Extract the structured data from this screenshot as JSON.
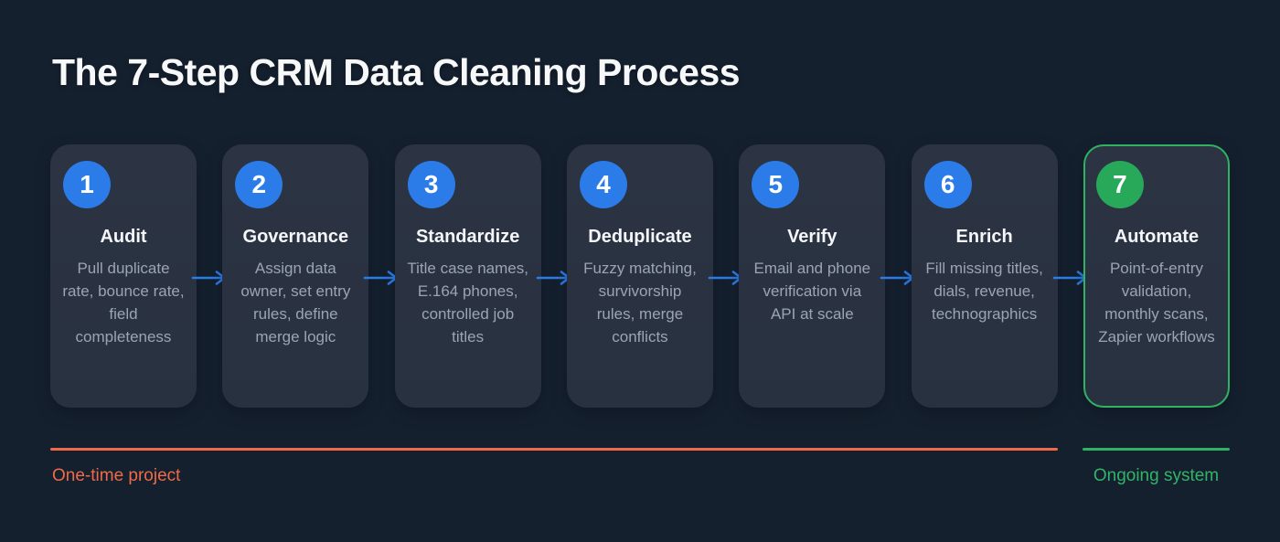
{
  "title": "The 7-Step CRM Data Cleaning Process",
  "steps": [
    {
      "number": "1",
      "title": "Audit",
      "description": "Pull duplicate rate, bounce rate, field completeness"
    },
    {
      "number": "2",
      "title": "Governance",
      "description": "Assign data owner, set entry rules, define merge logic"
    },
    {
      "number": "3",
      "title": "Standardize",
      "description": "Title case names, E.164 phones, controlled job titles"
    },
    {
      "number": "4",
      "title": "Deduplicate",
      "description": "Fuzzy matching, survivorship rules, merge conflicts"
    },
    {
      "number": "5",
      "title": "Verify",
      "description": "Email and phone verification via API at scale"
    },
    {
      "number": "6",
      "title": "Enrich",
      "description": "Fill missing titles, dials, revenue, technographics"
    },
    {
      "number": "7",
      "title": "Automate",
      "description": "Point-of-entry validation, monthly scans, Zapier workflows"
    }
  ],
  "legend": {
    "one_time_label": "One-time project",
    "ongoing_label": "Ongoing system"
  },
  "colors": {
    "background": "#15202f",
    "card_background": "#2a3342",
    "accent_blue": "#2b7ce9",
    "accent_green": "#28a95a",
    "highlight_border_green": "#2fb363",
    "orange": "#ee6a48",
    "green_text": "#32b466",
    "title_text": "#f6f8fa",
    "description_text": "#9aa5b4"
  }
}
